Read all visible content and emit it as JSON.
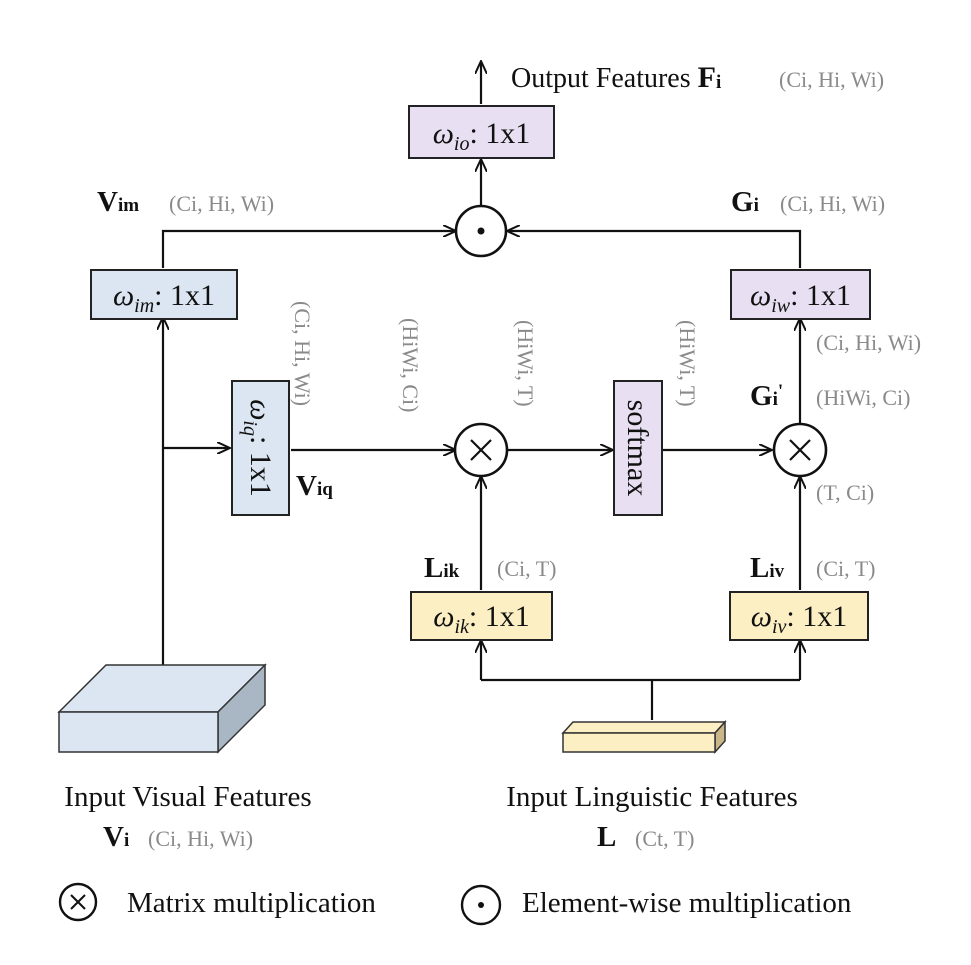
{
  "output": {
    "label": "Output Features ",
    "symbol": "F",
    "sub": "i",
    "dims": "(Ci, Hi, Wi)"
  },
  "boxes": {
    "w_io": {
      "w": "ω",
      "sub": "io",
      "rest": ": 1x1"
    },
    "w_im": {
      "w": "ω",
      "sub": "im",
      "rest": ": 1x1"
    },
    "w_iw": {
      "w": "ω",
      "sub": "iw",
      "rest": ": 1x1"
    },
    "w_iq": {
      "w": "ω",
      "sub": "iq",
      "rest": ": 1x1"
    },
    "w_ik": {
      "w": "ω",
      "sub": "ik",
      "rest": ": 1x1"
    },
    "w_iv": {
      "w": "ω",
      "sub": "iv",
      "rest": ": 1x1"
    },
    "softmax": "softmax"
  },
  "labels": {
    "vim": {
      "sym": "V",
      "sub": "im",
      "dims": "(Ci, Hi, Wi)"
    },
    "gi": {
      "sym": "G",
      "sub": "i",
      "dims": "(Ci, Hi, Wi)"
    },
    "gi_prime": {
      "sym": "G",
      "sub": "i",
      "prime": "'"
    },
    "viq": {
      "sym": "V",
      "sub": "iq"
    },
    "lik": {
      "sym": "L",
      "sub": "ik",
      "dims": "(Ci, T)"
    },
    "liv": {
      "sym": "L",
      "sub": "iv",
      "dims": "(Ci, T)"
    },
    "dim_ciw_right": "(Ci, Hi, Wi)",
    "dim_hiwici_right": "(HiWi, Ci)",
    "dim_tci": "(T, Ci)",
    "rot_cihiwi": "(Ci, Hi, Wi)",
    "rot_hiwici": "(HiWi, Ci)",
    "rot_hiwit_a": "(HiWi, T)",
    "rot_hiwit_b": "(HiWi, T)"
  },
  "inputs": {
    "visual": {
      "title": "Input Visual Features",
      "sym": "V",
      "sub": "i",
      "dims": "(Ci, Hi, Wi)"
    },
    "linguistic": {
      "title": "Input Linguistic Features",
      "sym": "L",
      "dims": "(Ct, T)"
    }
  },
  "legend": {
    "matrix": "Matrix multiplication",
    "elementwise": "Element-wise multiplication"
  },
  "colors": {
    "blue": "#dce6f2",
    "purple": "#e8e0f2",
    "yellow": "#fcefc4",
    "gray_text": "#8a8a8a"
  }
}
